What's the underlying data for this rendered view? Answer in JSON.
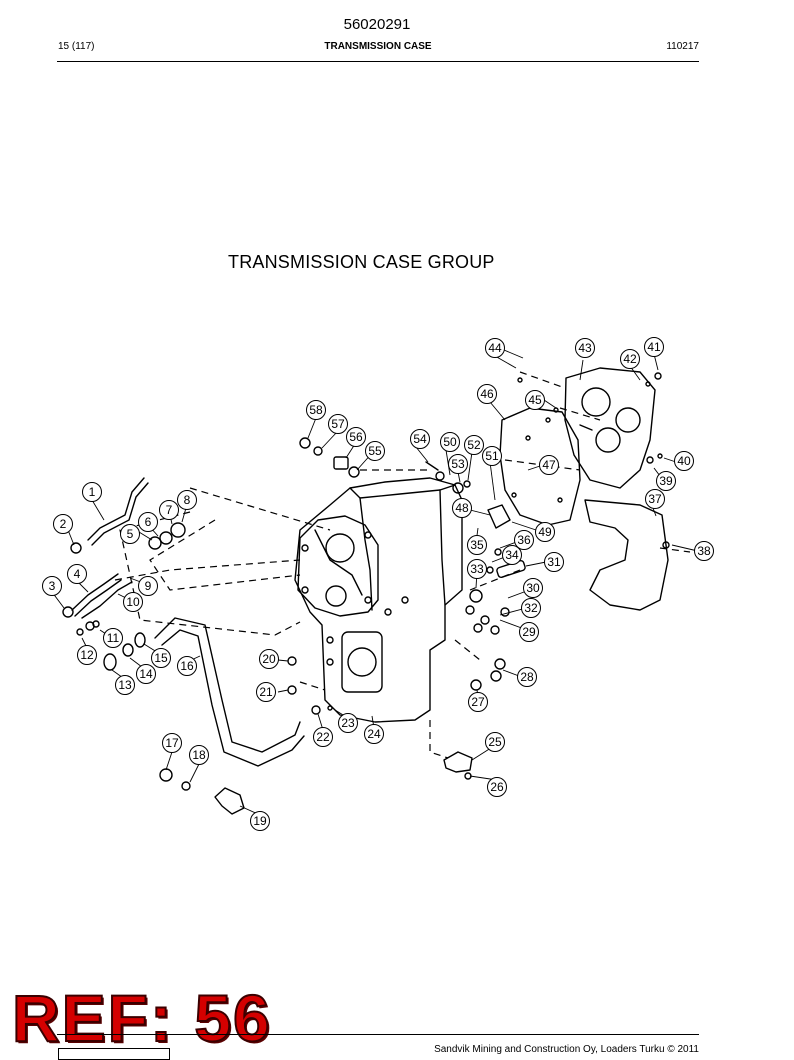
{
  "document": {
    "doc_number": "56020291",
    "page_label": "15 (117)",
    "section_title": "TRANSMISSION CASE",
    "doc_date": "110217"
  },
  "diagram": {
    "title": "TRANSMISSION CASE GROUP",
    "callouts": [
      "1",
      "2",
      "3",
      "4",
      "5",
      "6",
      "7",
      "8",
      "9",
      "10",
      "11",
      "12",
      "13",
      "14",
      "15",
      "16",
      "17",
      "18",
      "19",
      "20",
      "21",
      "22",
      "23",
      "24",
      "25",
      "26",
      "27",
      "28",
      "29",
      "30",
      "31",
      "32",
      "33",
      "34",
      "35",
      "36",
      "37",
      "38",
      "39",
      "40",
      "41",
      "42",
      "43",
      "44",
      "45",
      "46",
      "47",
      "48",
      "49",
      "50",
      "51",
      "52",
      "53",
      "54",
      "55",
      "56",
      "57",
      "58"
    ]
  },
  "stamp": {
    "text": "REF: 56",
    "color": "#d40000"
  },
  "footer": {
    "text": "Sandvik Mining and Construction Oy, Loaders Turku © 2011"
  }
}
